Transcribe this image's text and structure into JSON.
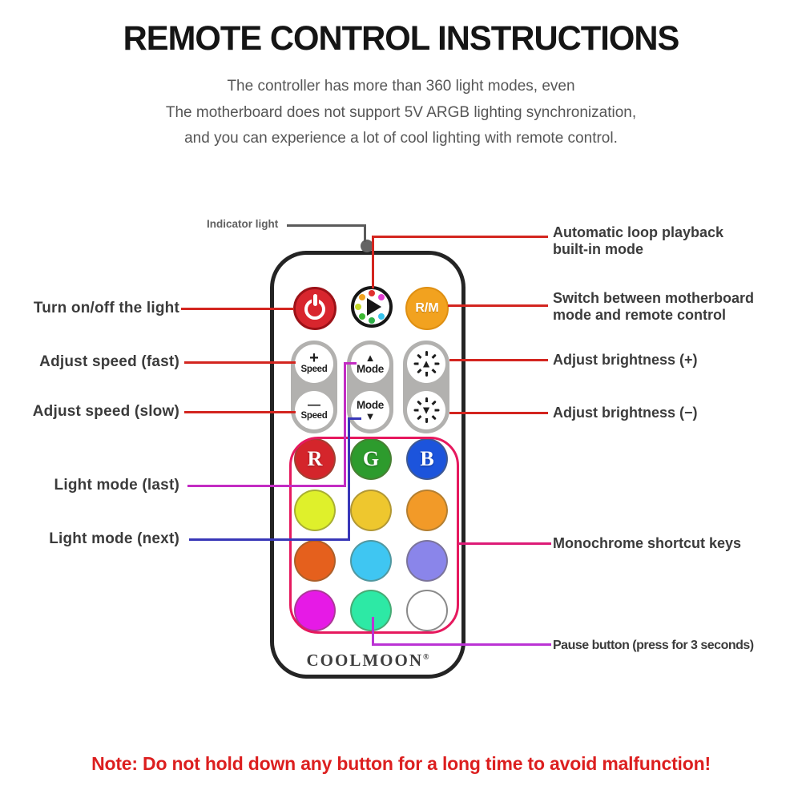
{
  "title": "REMOTE CONTROL INSTRUCTIONS",
  "subtitle": [
    "The controller has more than 360 light modes, even",
    "The motherboard does not support 5V ARGB lighting synchronization,",
    "and you can experience a lot of cool lighting with remote control."
  ],
  "note": "Note: Do not hold down any button for a long time to avoid malfunction!",
  "callouts": {
    "indicator": "Indicator light",
    "left": [
      {
        "label": "Turn on/off the light"
      },
      {
        "label": "Adjust speed (fast)"
      },
      {
        "label": "Adjust speed (slow)"
      },
      {
        "label": "Light mode (last)"
      },
      {
        "label": "Light mode (next)"
      }
    ],
    "right": [
      {
        "label": "Automatic loop playback built-in mode",
        "line1": "Automatic loop playback",
        "line2": "built-in mode"
      },
      {
        "label": "Switch between motherboard mode and remote control",
        "line1": "Switch between motherboard",
        "line2": "mode and remote control"
      },
      {
        "label": "Adjust brightness (+)"
      },
      {
        "label": "Adjust brightness (−)"
      },
      {
        "label": "Monochrome shortcut keys"
      },
      {
        "label": "Pause button (press for 3 seconds)"
      }
    ]
  },
  "line_colors": {
    "red": "#d3251f",
    "gray": "#5a5a5a",
    "magenta": "#c32cc3",
    "blue": "#3837b8",
    "pink": "#dd1b77",
    "purple": "#bb33d4"
  },
  "remote": {
    "brand": "COOLMOON",
    "brand_mark": "®",
    "group_outline_color": "#e6195e",
    "buttons": {
      "power_color": "#d8262e",
      "rm_label": "R/M",
      "rm_color": "#f2a21f",
      "speed_plus_sign": "+",
      "speed_minus_sign": "—",
      "speed_label": "Speed",
      "mode_label": "Mode",
      "mode_up_arrow": "▲",
      "mode_down_arrow": "▼",
      "brightness_up_glyph": "▲",
      "brightness_down_glyph": "▼"
    },
    "play_dots": [
      {
        "pos": "top",
        "color": "#e03030"
      },
      {
        "pos": "upper-right",
        "color": "#e23ed2"
      },
      {
        "pos": "lower-right",
        "color": "#38c4ee"
      },
      {
        "pos": "bottom",
        "color": "#2eb048"
      },
      {
        "pos": "lower-left",
        "color": "#3cb832"
      },
      {
        "pos": "left",
        "color": "#c3d92a"
      },
      {
        "pos": "upper-left",
        "color": "#f2a21f"
      }
    ],
    "swatches": [
      {
        "name": "red-key",
        "letter": "R",
        "color": "#d4252b"
      },
      {
        "name": "green-key",
        "letter": "G",
        "color": "#2d9b2d"
      },
      {
        "name": "blue-key",
        "letter": "B",
        "color": "#1c54dc"
      },
      {
        "name": "yellow-key",
        "color": "#dff02b"
      },
      {
        "name": "gold-key",
        "color": "#eec72e"
      },
      {
        "name": "orange-key",
        "color": "#f29a28"
      },
      {
        "name": "orange-red-key",
        "color": "#e5601d"
      },
      {
        "name": "cyan-key",
        "color": "#3fc6f2"
      },
      {
        "name": "periwinkle-key",
        "color": "#8a85ea"
      },
      {
        "name": "magenta-key",
        "color": "#e61ae6"
      },
      {
        "name": "teal-pause-key",
        "color": "#2de9a5"
      },
      {
        "name": "white-key",
        "color": "#ffffff"
      }
    ]
  }
}
